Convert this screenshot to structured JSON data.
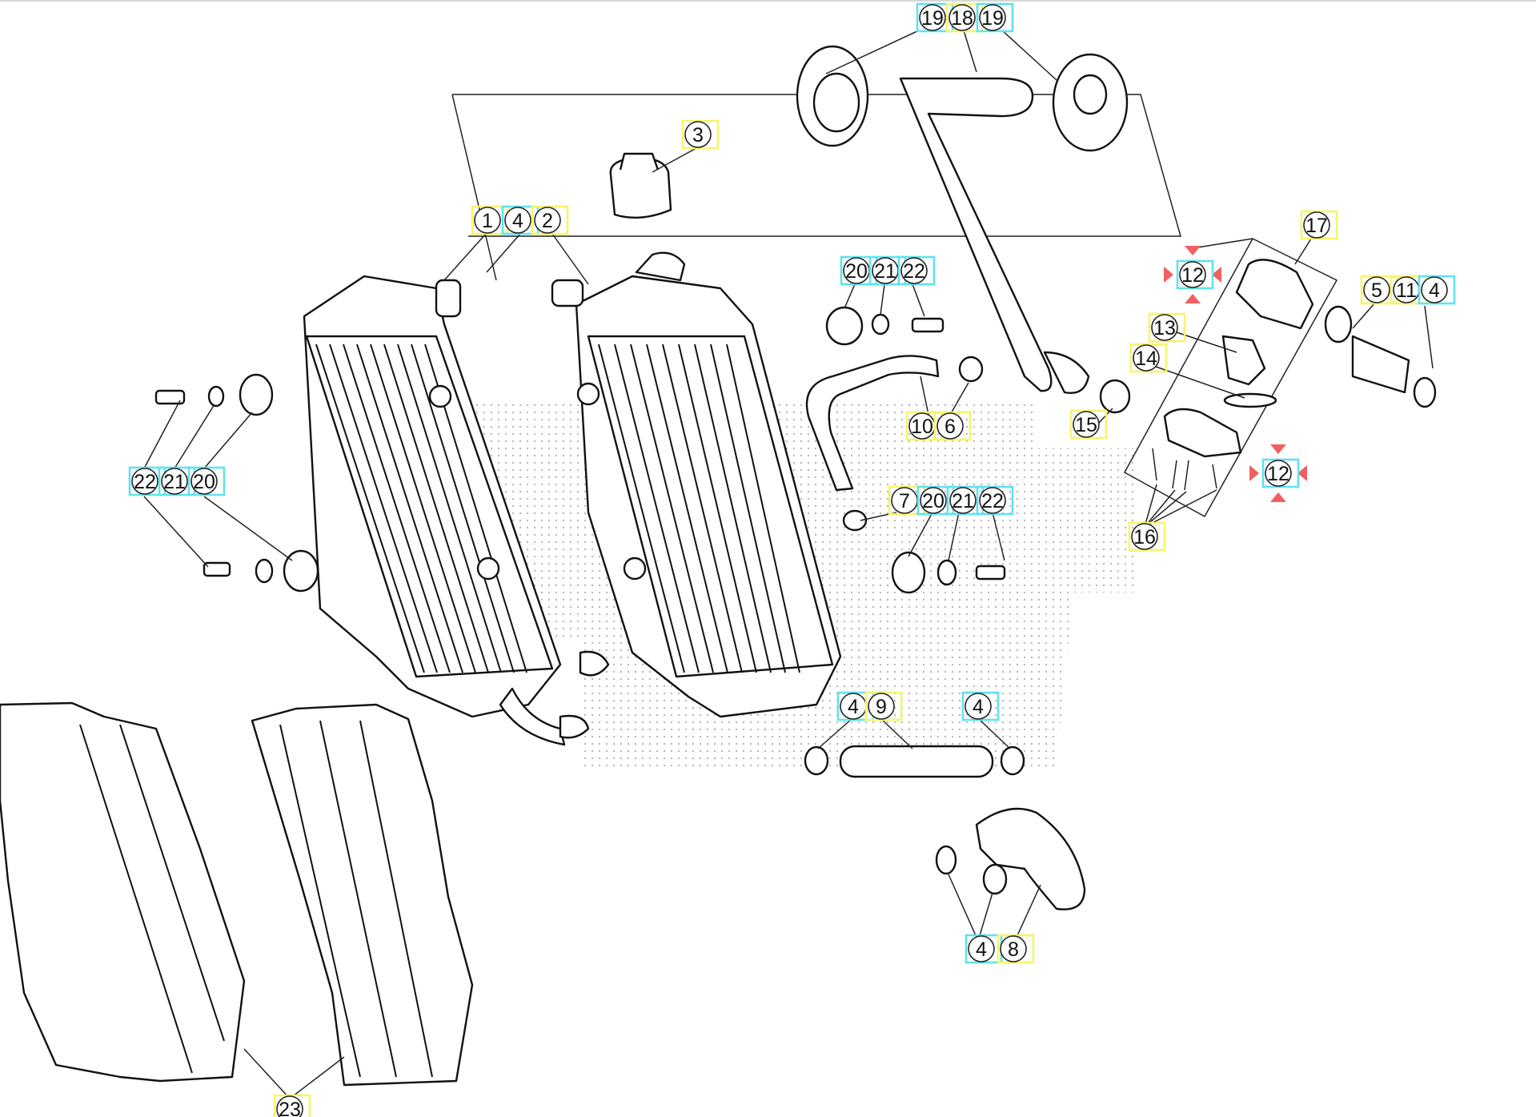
{
  "colors": {
    "accent_yellow": "#f7f56a",
    "accent_cyan": "#5fe3ee",
    "marker_red": "#f0605f",
    "line": "#111111",
    "background": "#ffffff"
  },
  "callouts": [
    {
      "label": "19",
      "frame": "cyan"
    },
    {
      "label": "18",
      "frame": "yellow"
    },
    {
      "label": "19",
      "frame": "cyan"
    },
    {
      "label": "3",
      "frame": "yellow"
    },
    {
      "label": "1",
      "frame": "yellow"
    },
    {
      "label": "4",
      "frame": "cyan"
    },
    {
      "label": "2",
      "frame": "yellow"
    },
    {
      "label": "20",
      "frame": "cyan"
    },
    {
      "label": "21",
      "frame": "cyan"
    },
    {
      "label": "22",
      "frame": "cyan"
    },
    {
      "label": "12",
      "frame": "cyan"
    },
    {
      "label": "17",
      "frame": "yellow"
    },
    {
      "label": "13",
      "frame": "yellow"
    },
    {
      "label": "14",
      "frame": "yellow"
    },
    {
      "label": "5",
      "frame": "yellow"
    },
    {
      "label": "11",
      "frame": "yellow"
    },
    {
      "label": "4",
      "frame": "cyan"
    },
    {
      "label": "15",
      "frame": "yellow"
    },
    {
      "label": "10",
      "frame": "yellow"
    },
    {
      "label": "6",
      "frame": "yellow"
    },
    {
      "label": "22",
      "frame": "cyan"
    },
    {
      "label": "21",
      "frame": "cyan"
    },
    {
      "label": "20",
      "frame": "cyan"
    },
    {
      "label": "7",
      "frame": "yellow"
    },
    {
      "label": "20",
      "frame": "cyan"
    },
    {
      "label": "21",
      "frame": "cyan"
    },
    {
      "label": "22",
      "frame": "cyan"
    },
    {
      "label": "12",
      "frame": "cyan"
    },
    {
      "label": "16",
      "frame": "yellow"
    },
    {
      "label": "4",
      "frame": "cyan"
    },
    {
      "label": "9",
      "frame": "yellow"
    },
    {
      "label": "4",
      "frame": "cyan"
    },
    {
      "label": "4",
      "frame": "cyan"
    },
    {
      "label": "8",
      "frame": "yellow"
    },
    {
      "label": "23",
      "frame": "yellow"
    }
  ]
}
